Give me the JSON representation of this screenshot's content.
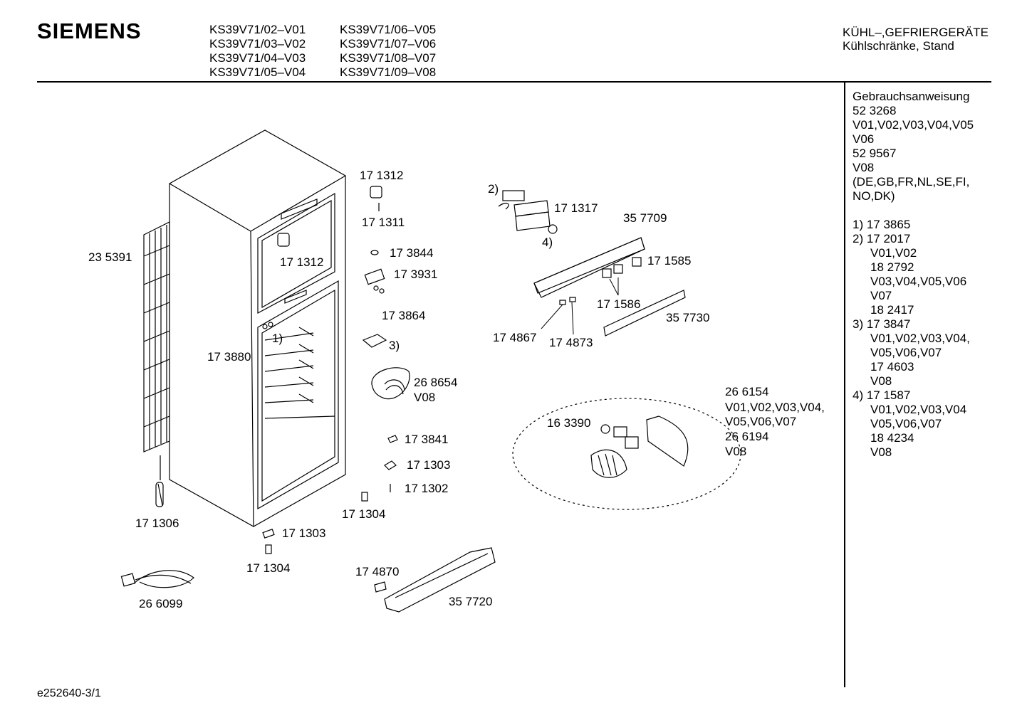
{
  "header": {
    "brand": "SIEMENS",
    "models_col1": [
      "KS39V71/02–V01",
      "KS39V71/03–V02",
      "KS39V71/04–V03",
      "KS39V71/05–V04"
    ],
    "models_col2": [
      "KS39V71/06–V05",
      "KS39V71/07–V06",
      "KS39V71/08–V07",
      "KS39V71/09–V08"
    ],
    "category_line1": "KÜHL–,GEFRIERGERÄTE",
    "category_line2": "Kühlschränke, Stand"
  },
  "sidebar": {
    "lines": [
      "Gebrauchsanweisung",
      "52 3268",
      "V01,V02,V03,V04,V05",
      "V06",
      "52 9567",
      "V08",
      "(DE,GB,FR,NL,SE,FI,",
      "NO,DK)"
    ],
    "notes": [
      {
        "text": "1) 17 3865",
        "indent": false
      },
      {
        "text": "2) 17 2017",
        "indent": false
      },
      {
        "text": "V01,V02",
        "indent": true
      },
      {
        "text": "18 2792",
        "indent": true
      },
      {
        "text": "V03,V04,V05,V06",
        "indent": true
      },
      {
        "text": "V07",
        "indent": true
      },
      {
        "text": "18 2417",
        "indent": true
      },
      {
        "text": "3) 17 3847",
        "indent": false
      },
      {
        "text": "V01,V02,V03,V04,",
        "indent": true
      },
      {
        "text": "V05,V06,V07",
        "indent": true
      },
      {
        "text": "17 4603",
        "indent": true
      },
      {
        "text": "V08",
        "indent": true
      },
      {
        "text": "4) 17 1587",
        "indent": false
      },
      {
        "text": "V01,V02,V03,V04",
        "indent": true
      },
      {
        "text": "V05,V06,V07",
        "indent": true
      },
      {
        "text": "18 4234",
        "indent": true
      },
      {
        "text": "V08",
        "indent": true
      }
    ]
  },
  "labels": {
    "p171312_top": "17 1312",
    "p171311": "17 1311",
    "p171312_in": "17 1312",
    "p235391": "23 5391",
    "p173844": "17 3844",
    "p173931": "17 3931",
    "p173864": "17 3864",
    "ref1": "1)",
    "p173880": "17 3880",
    "ref3": "3)",
    "p268654": "26 8654",
    "p268654_var": "V08",
    "p173841": "17 3841",
    "p171303_a": "17 1303",
    "p171302": "17 1302",
    "p171304_a": "17 1304",
    "p171306": "17 1306",
    "p171303_b": "17 1303",
    "p171304_b": "17 1304",
    "p266099": "26 6099",
    "p174870": "17 4870",
    "p357720": "35 7720",
    "ref2": "2)",
    "p171317": "17 1317",
    "p357709": "35 7709",
    "ref4": "4)",
    "p171585": "17 1585",
    "p171586": "17 1586",
    "p357730": "35 7730",
    "p174867": "17 4867",
    "p174873": "17 4873",
    "p266154": "26 6154",
    "p266154_var1": "V01,V02,V03,V04,",
    "p266154_var2": "V05,V06,V07",
    "p266194": "26 6194",
    "p266194_var": "V08",
    "p163390": "16 3390"
  },
  "footer": {
    "code": "e252640-3/1"
  }
}
